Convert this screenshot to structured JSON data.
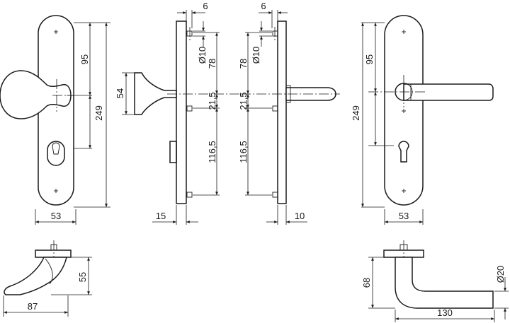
{
  "dimensions": {
    "front_left": {
      "rose_width": "53",
      "upper_to_center": "95",
      "total_height": "249"
    },
    "side_left": {
      "screw_offset": "6",
      "hole_diameter": "Ø10",
      "upper_spacing": "78",
      "center": "21,5",
      "lower_spacing": "116,5",
      "knob_height": "54",
      "plate_thickness": "15"
    },
    "side_right": {
      "screw_offset": "6",
      "hole_diameter": "Ø10",
      "upper_spacing": "78",
      "center": "21,5",
      "lower_spacing": "116,5",
      "plate_thickness": "10"
    },
    "front_right": {
      "rose_width": "53",
      "upper_to_center": "95",
      "total_height": "249"
    },
    "knob_detail": {
      "projection": "55",
      "length": "87"
    },
    "lever_detail": {
      "projection": "68",
      "diameter": "Ø20",
      "length": "130"
    }
  }
}
